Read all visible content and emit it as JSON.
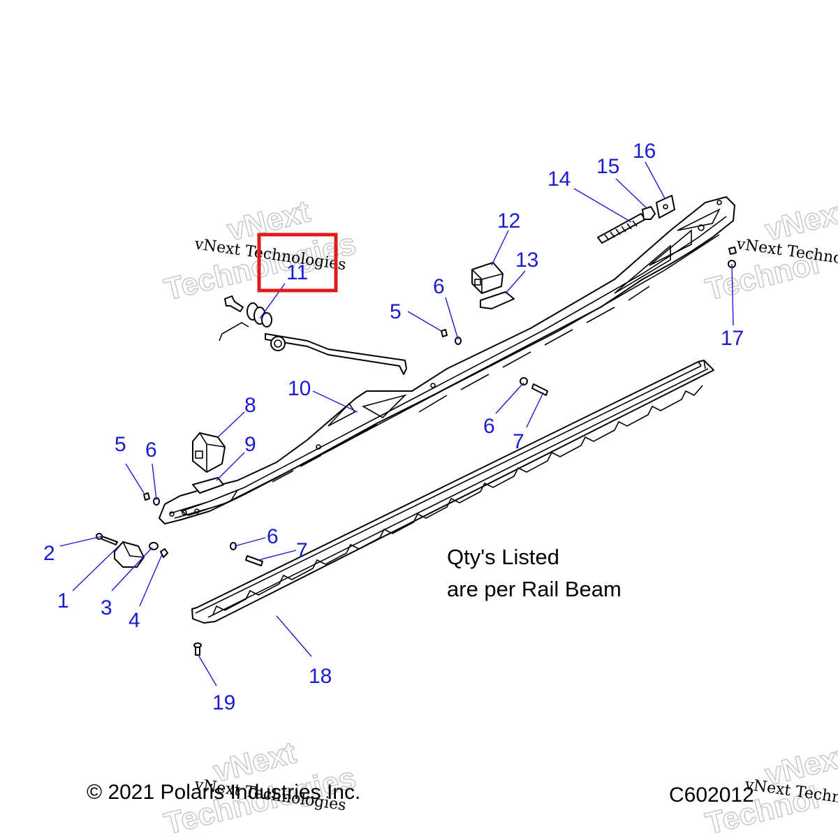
{
  "diagram": {
    "callouts": [
      {
        "id": "1",
        "label": "1"
      },
      {
        "id": "2",
        "label": "2"
      },
      {
        "id": "3",
        "label": "3"
      },
      {
        "id": "4",
        "label": "4"
      },
      {
        "id": "5a",
        "label": "5"
      },
      {
        "id": "5b",
        "label": "5"
      },
      {
        "id": "6a",
        "label": "6"
      },
      {
        "id": "6b",
        "label": "6"
      },
      {
        "id": "6c",
        "label": "6"
      },
      {
        "id": "6d",
        "label": "6"
      },
      {
        "id": "7a",
        "label": "7"
      },
      {
        "id": "7b",
        "label": "7"
      },
      {
        "id": "8",
        "label": "8"
      },
      {
        "id": "9",
        "label": "9"
      },
      {
        "id": "10",
        "label": "10"
      },
      {
        "id": "11",
        "label": "11"
      },
      {
        "id": "12",
        "label": "12"
      },
      {
        "id": "13",
        "label": "13"
      },
      {
        "id": "14",
        "label": "14"
      },
      {
        "id": "15",
        "label": "15"
      },
      {
        "id": "16",
        "label": "16"
      },
      {
        "id": "17",
        "label": "17"
      },
      {
        "id": "18",
        "label": "18"
      },
      {
        "id": "19",
        "label": "19"
      }
    ],
    "note_line1": "Qty's Listed",
    "note_line2": "are per Rail Beam",
    "copyright": "© 2021 Polaris Industries Inc.",
    "figure_code": "C602012",
    "highlighted_callout": "11"
  },
  "watermark": {
    "brand_line": "vNext Technologies",
    "outline_top": "vNext",
    "outline_bottom": "Technologies",
    "edge_brand": "vNext Techno",
    "edge_outline_top": "vNext",
    "edge_outline_bottom": "Technol"
  },
  "colors": {
    "callout": "#1a1ad4",
    "highlight": "#e01b1b",
    "line": "#000000",
    "watermark_outline": "#c8c8c8"
  }
}
